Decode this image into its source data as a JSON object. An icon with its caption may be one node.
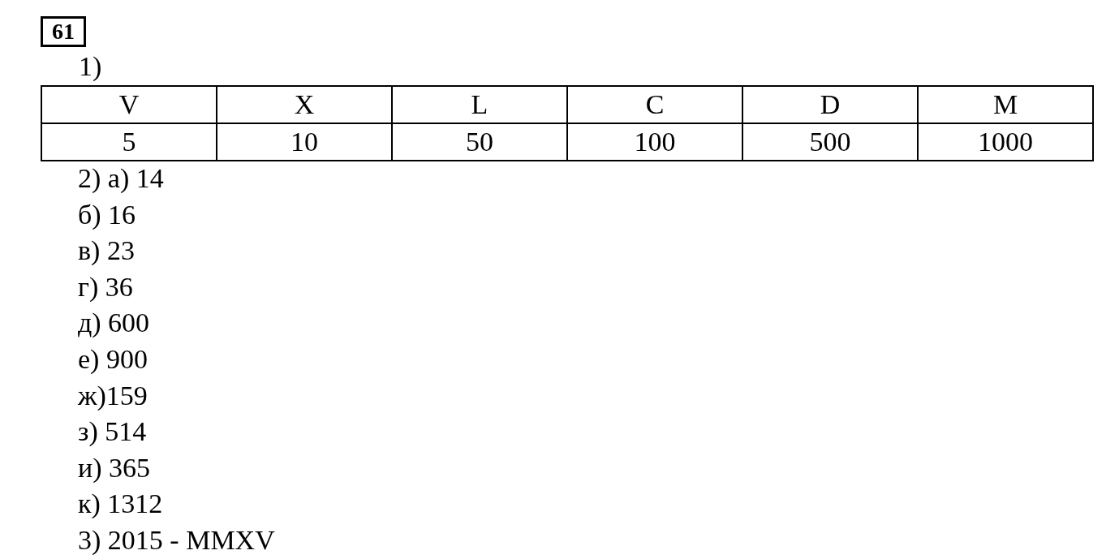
{
  "diagram": {
    "nodes": [
      {
        "text": [
          "61"
        ]
      }
    ],
    "labels": [
      "1)",
      "V",
      "X",
      "L",
      "C",
      "D",
      "M",
      "5",
      "10",
      "50",
      "100",
      "500",
      "1000",
      "2) а) 14",
      "б) 16",
      "в) 23",
      "г) 36",
      "д) 600",
      "е) 900",
      "ж)159",
      "з) 514",
      "и) 365",
      "к) 1312",
      "3) 2015 - MMXV"
    ]
  }
}
